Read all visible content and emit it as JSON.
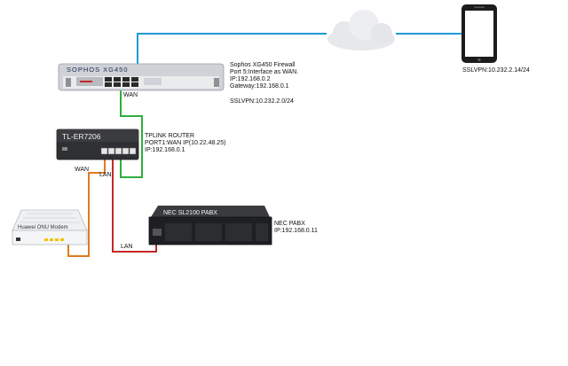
{
  "firewall": {
    "device_label": "SOPHOS XG450",
    "port_label": "WAN",
    "info": [
      "Sophos XG450 Firewall",
      "Port 5:Interface as WAN.",
      "IP:192.168.0.2",
      "Gateway:192.168.0.1",
      "",
      "SSLVPN:10.232.2.0/24"
    ]
  },
  "router": {
    "device_label": "TL-ER7206",
    "wan_label": "WAN",
    "lan_label": "LAN",
    "info": [
      "TPLINK ROUTER",
      "PORT1:WAN IP(10.22.48.25)",
      "IP:192.168.0.1"
    ]
  },
  "modem": {
    "device_label": "Huawei ONU Modem"
  },
  "pabx": {
    "device_label": "NEC SL2100 PABX",
    "lan_label": "LAN",
    "info": [
      "NEC PABX",
      "IP:192.168.0.11"
    ]
  },
  "phone": {
    "info": "SSLVPN:10.232.2.14/24"
  },
  "colors": {
    "internet_link": "#1e9bd7",
    "green_link": "#2fae3c",
    "red_link": "#c62828",
    "orange_link": "#e07b22"
  }
}
